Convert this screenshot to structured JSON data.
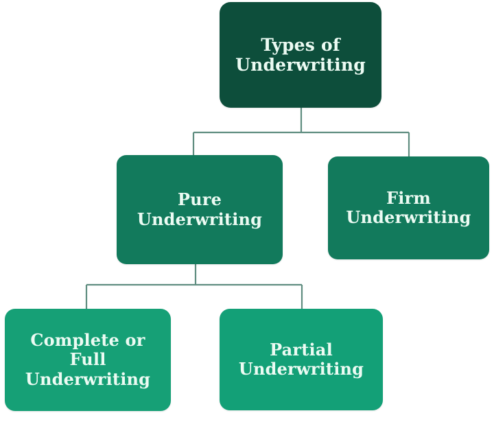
{
  "diagram": {
    "title": "Types of Underwriting",
    "type": "tree-hierarchy",
    "background_color": "#ffffff",
    "connector_color": "#5f8d80",
    "nodes": {
      "root": {
        "label": "Types of\nUnderwriting",
        "level": 1,
        "fill_color": "#0d4e3b",
        "text_color": "#ecfbf3"
      },
      "pure": {
        "label": "Pure\nUnderwriting",
        "level": 2,
        "fill_color": "#127a5c",
        "text_color": "#ecfbf3"
      },
      "firm": {
        "label": "Firm\nUnderwriting",
        "level": 2,
        "fill_color": "#127a5c",
        "text_color": "#ecfbf3"
      },
      "complete": {
        "label": "Complete or\nFull\nUnderwriting",
        "level": 3,
        "fill_color": "#16a076",
        "text_color": "#ecfbf3"
      },
      "partial": {
        "label": "Partial\nUnderwriting",
        "level": 3,
        "fill_color": "#13a077",
        "text_color": "#ecfbf3"
      }
    },
    "edges": [
      {
        "from": "root",
        "to": "pure"
      },
      {
        "from": "root",
        "to": "firm"
      },
      {
        "from": "pure",
        "to": "complete"
      },
      {
        "from": "pure",
        "to": "partial"
      }
    ]
  }
}
